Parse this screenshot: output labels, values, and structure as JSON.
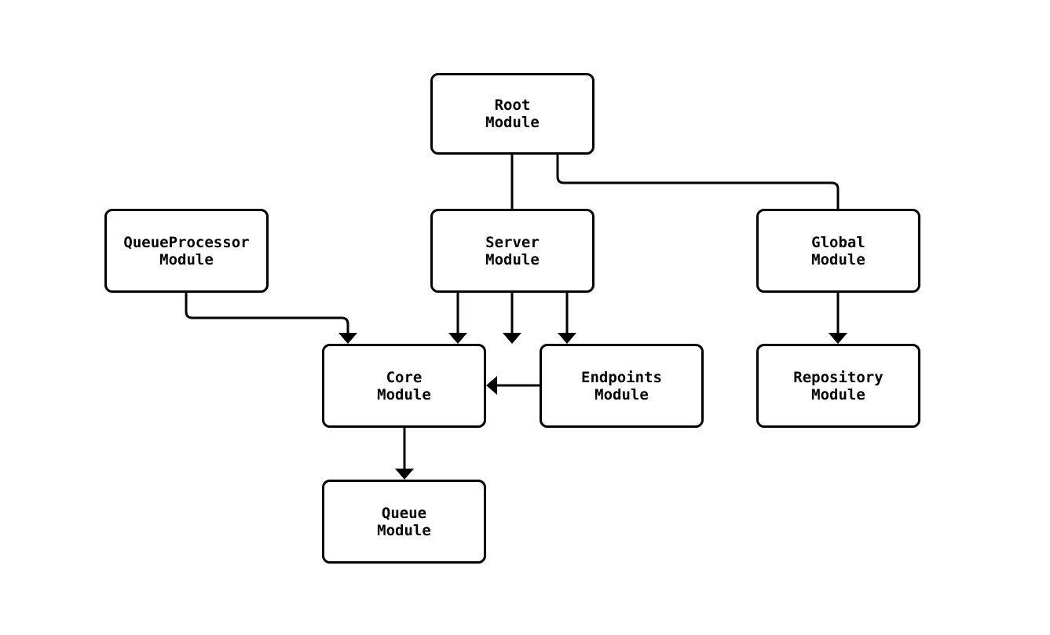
{
  "diagram": {
    "background": "#ffffff",
    "node_fill": "#ffffff",
    "stroke_color": "#000000",
    "text_color": "#000000",
    "nodes": [
      {
        "id": "root",
        "label": "Root\nModule"
      },
      {
        "id": "queue-processor",
        "label": "QueueProcessor\nModule"
      },
      {
        "id": "server",
        "label": "Server\nModule"
      },
      {
        "id": "global",
        "label": "Global\nModule"
      },
      {
        "id": "core",
        "label": "Core\nModule"
      },
      {
        "id": "endpoints",
        "label": "Endpoints\nModule"
      },
      {
        "id": "repository",
        "label": "Repository\nModule"
      },
      {
        "id": "queue",
        "label": "Queue\nModule"
      }
    ],
    "edges": [
      {
        "from": "root",
        "to": "server"
      },
      {
        "from": "root",
        "to": "global"
      },
      {
        "from": "queue-processor",
        "to": "core"
      },
      {
        "from": "server",
        "to": "core"
      },
      {
        "from": "server",
        "to": "endpoints"
      },
      {
        "from": "endpoints",
        "to": "core"
      },
      {
        "from": "global",
        "to": "repository"
      },
      {
        "from": "core",
        "to": "queue"
      }
    ]
  }
}
